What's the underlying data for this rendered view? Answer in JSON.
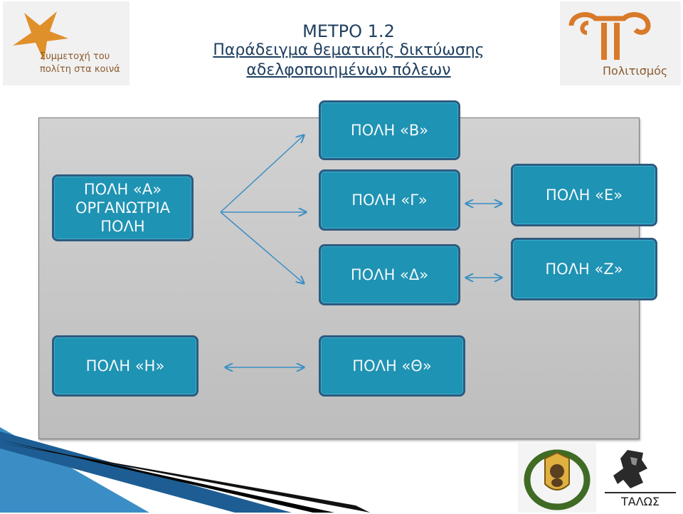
{
  "header": {
    "line1": "ΜΕΤΡΟ 1.2",
    "line2": "Παράδειγμα θεματικής δικτύωσης",
    "line3": "αδελφοποιημένων πόλεων"
  },
  "logos": {
    "left_line1": "Συμμετοχή του",
    "left_line2": "πολίτη στα κοινά",
    "right_label": "Πολιτισμός",
    "talos_label": "ΤΑΛΩΣ"
  },
  "diagram": {
    "city_a": "ΠΟΛΗ  «Α»\nΟΡΓΑΝΩΤΡΙΑ\nΠΟΛΗ",
    "city_b": "ΠΟΛΗ «Β»",
    "city_g": "ΠΟΛΗ «Γ»",
    "city_d": "ΠΟΛΗ  «Δ»",
    "city_e": "ΠΟΛΗ «Ε»",
    "city_z": "ΠΟΛΗ «Ζ»",
    "city_h": "ΠΟΛΗ  «Η»",
    "city_th": "ΠΟΛΗ «Θ»"
  },
  "colors": {
    "box_fill": "#1e93b3",
    "box_border": "#2c5b80",
    "title": "#1f3f5f",
    "logo_brown": "#8a5a2c",
    "logo_orange": "#e0902a",
    "arrow": "#3a8fc4"
  }
}
